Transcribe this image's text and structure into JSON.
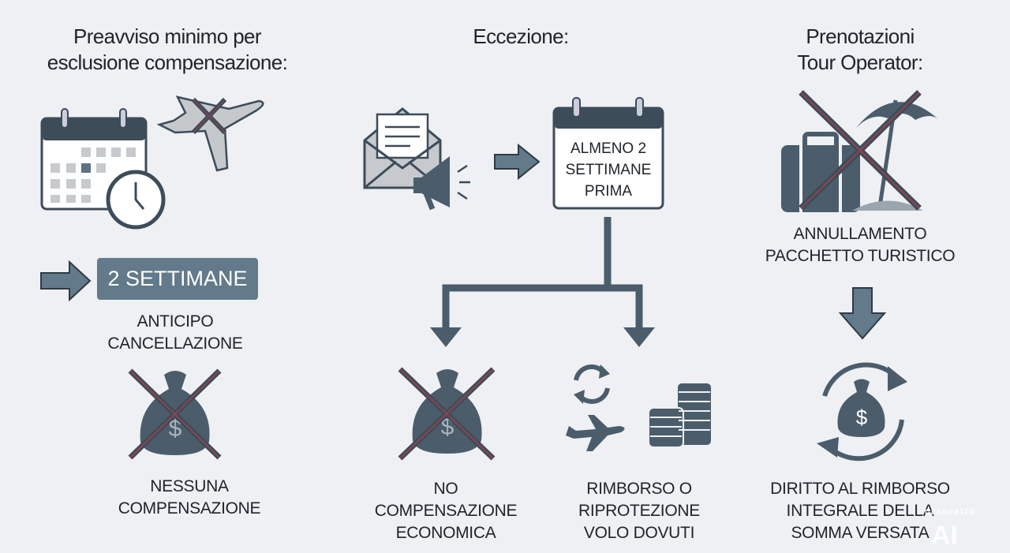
{
  "columns": [
    {
      "title_lines": [
        "Preavviso minimo per",
        "esclusione compensazione:"
      ],
      "badge": "2 SETTIMANE",
      "caption_lines": [
        "ANTICIPO",
        "CANCELLAZIONE"
      ],
      "result_lines": [
        "NESSUNA",
        "COMPENSAZIONE"
      ]
    },
    {
      "title_lines": [
        "Eccezione:"
      ],
      "calendar_lines": [
        "ALMENO 2",
        "SETTIMANE",
        "PRIMA"
      ],
      "left_result_lines": [
        "NO",
        "COMPENSAZIONE",
        "ECONOMICA"
      ],
      "right_result_lines": [
        "RIMBORSO O",
        "RIPROTEZIONE",
        "VOLO DOVUTI"
      ]
    },
    {
      "title_lines": [
        "Prenotazioni",
        "Tour Operator:"
      ],
      "caption_lines": [
        "ANNULLAMENTO",
        "PACCHETTO TURISTICO"
      ],
      "result_lines": [
        "DIRITTO AL RIMBORSO",
        "INTEGRALE DELLA",
        "SOMMA VERSATA"
      ]
    }
  ],
  "watermark": {
    "top": "GENERATED",
    "main": "AI"
  },
  "colors": {
    "background": "#eef0f3",
    "icon": "#4b5d6b",
    "accent": "#627a8a",
    "cross": "#b04050"
  }
}
